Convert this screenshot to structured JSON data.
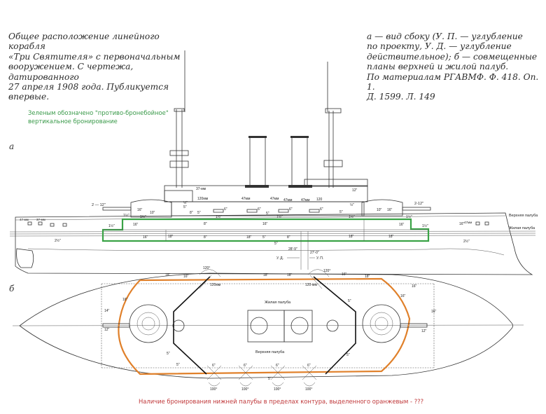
{
  "captions": {
    "left": "Общее расположение линейного корабля\n«Три Святителя» с первоначальным\nвооружением. С чертежа, датированного\n27 апреля 1908 года. Публикуется\nвпервые.",
    "right": "а — вид сбоку (У. П. — углубление\nпо проекту, У. Д. — углубление\nдействительное); б — совмещенные\nпланы верхней и жилой палуб.\nПо материалам РГАВМФ. Ф. 418. Оп. 1.\nД. 1599. Л. 149"
  },
  "notes": {
    "green": "Зеленым обозначено \"противо-бронебойное\"\nвертикальное бронирование",
    "red": "Наличие бронирования нижней палубы в пределах контура, выделенного оранжевым - ???"
  },
  "views": {
    "side_label": "а",
    "plan_label": "б"
  },
  "side_view": {
    "deck_labels": {
      "upper": "Верхняя палуба",
      "living": "Жилая палуба"
    },
    "guns": {
      "fore_main": "2 — 12\"",
      "aft_main": "2-12\"",
      "mm37_bridge": "37-мм",
      "mm120": "120мм",
      "mm47_a": "47мм",
      "mm47_b": "47мм",
      "mm47_c": "47мм",
      "mm47_d": "47мм",
      "bow_47": "47-мм",
      "bow_37": "37-мм",
      "aft_47": "47мм",
      "aft_120": "120",
      "six_a": "6\"",
      "six_b": "6\"",
      "six_c": "6\"",
      "six_d": "6\""
    },
    "armor": {
      "fore_turret": "16\"",
      "fore_barbette": "10\"",
      "aft_turret": "16\"",
      "aft_barbette": "10\"",
      "upper_belt_fore": "16\"",
      "upper_belt_mid": "16\"",
      "upper_belt_aft": "16\"",
      "upper_belt_end": "16\"",
      "main_belt_1": "16\"",
      "main_belt_2": "18\"",
      "main_belt_3": "18\"",
      "main_belt_4": "18\"",
      "main_belt_5": "18\"",
      "casemate_a": "5\"",
      "casemate_b": "5\"",
      "casemate_c": "5\"",
      "casemate_d": "5\"",
      "casemate_e": "5\"",
      "casemate_f": "5\"",
      "bulkhead_a": "8\"",
      "bulkhead_b": "8\"",
      "bulkhead_c": "8\"",
      "bulkhead_d": "8\"",
      "deck_fore": "2½\"",
      "deck_aft": "2½\"",
      "deck_a": "1½\"",
      "deck_b": "1½\"",
      "deck_c": "1½\"",
      "deck_d": "1½\"",
      "deck_e": "1½\"",
      "deck_f": "1½\"",
      "deck_g": "1½\"",
      "deck_h": "1½\"",
      "half_a": "½\"",
      "half_b": "½\"",
      "bridge_12": "12\""
    },
    "draught": {
      "actual": "28'-9\"",
      "design": "27'-0\"",
      "actual_label": "У. Д.",
      "design_label": "У. П."
    }
  },
  "plan_view": {
    "deck_labels": {
      "living": "Жилая палуба",
      "upper": "Верхняя палуба"
    },
    "armor": {
      "belt_a": "18\"",
      "belt_b": "18\"",
      "belt_c": "18\"",
      "belt_d": "16\"",
      "belt_e": "16\"",
      "belt_f": "18\"",
      "belt_g": "16\"",
      "belt_h": "16\"",
      "bow_14": "14\"",
      "bow_12": "12\"",
      "stern_16": "16\"",
      "stern_12": "12\"",
      "stern_16b": "16\"",
      "bulk_a": "5\"",
      "bulk_b": "5\"",
      "bulk_c": "5\"",
      "bulk_d": "5\"",
      "center_5": "5\"",
      "gun_a": "6\"",
      "gun_b": "6\"",
      "gun_c": "6\"",
      "gun_d": "6\""
    },
    "arcs": {
      "arc_a": "120°",
      "arc_b": "120°",
      "arc_c": "100°",
      "arc_d": "100°",
      "arc_e": "100°",
      "arc_f": "100°",
      "mm120_a": "120мм",
      "mm120_b": "120-мм"
    }
  },
  "colors": {
    "green_armor": "#3aa346",
    "orange_contour": "#e0802a",
    "green_note": "#3a9a4a",
    "red_note": "#c0393b"
  }
}
